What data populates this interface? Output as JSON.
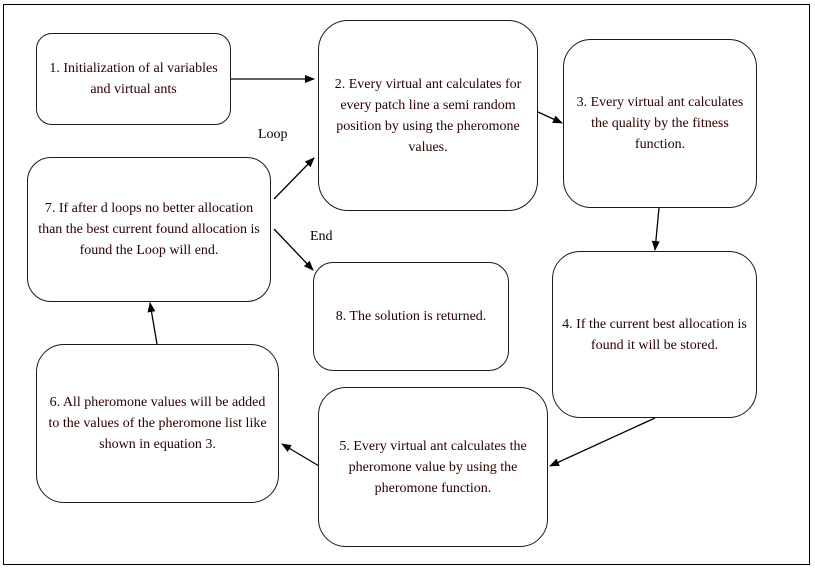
{
  "diagram": {
    "type": "flowchart",
    "steps": [
      {
        "id": 1,
        "text": "1. Initialization of al variables and virtual ants"
      },
      {
        "id": 2,
        "text": "2. Every virtual ant calculates for every patch line a semi random position by using the pheromone values."
      },
      {
        "id": 3,
        "text": "3. Every virtual ant calculates the quality by the fitness function."
      },
      {
        "id": 4,
        "text": "4. If the current best allocation is found it will be stored."
      },
      {
        "id": 5,
        "text": "5. Every virtual ant calculates the pheromone value by using the pheromone function."
      },
      {
        "id": 6,
        "text": "6. All pheromone values will be added to the values of the pheromone list like shown in equation 3."
      },
      {
        "id": 7,
        "text": "7. If after d loops no better allocation than the best current found allocation is found the Loop will end."
      },
      {
        "id": 8,
        "text": "8. The solution is returned."
      }
    ],
    "edge_labels": {
      "loop": "Loop",
      "end": "End"
    },
    "edges": [
      {
        "from": 1,
        "to": 2
      },
      {
        "from": 2,
        "to": 3
      },
      {
        "from": 3,
        "to": 4
      },
      {
        "from": 4,
        "to": 5
      },
      {
        "from": 5,
        "to": 6
      },
      {
        "from": 6,
        "to": 7
      },
      {
        "from": 7,
        "to": 2,
        "label": "Loop"
      },
      {
        "from": 7,
        "to": 8,
        "label": "End"
      }
    ]
  }
}
